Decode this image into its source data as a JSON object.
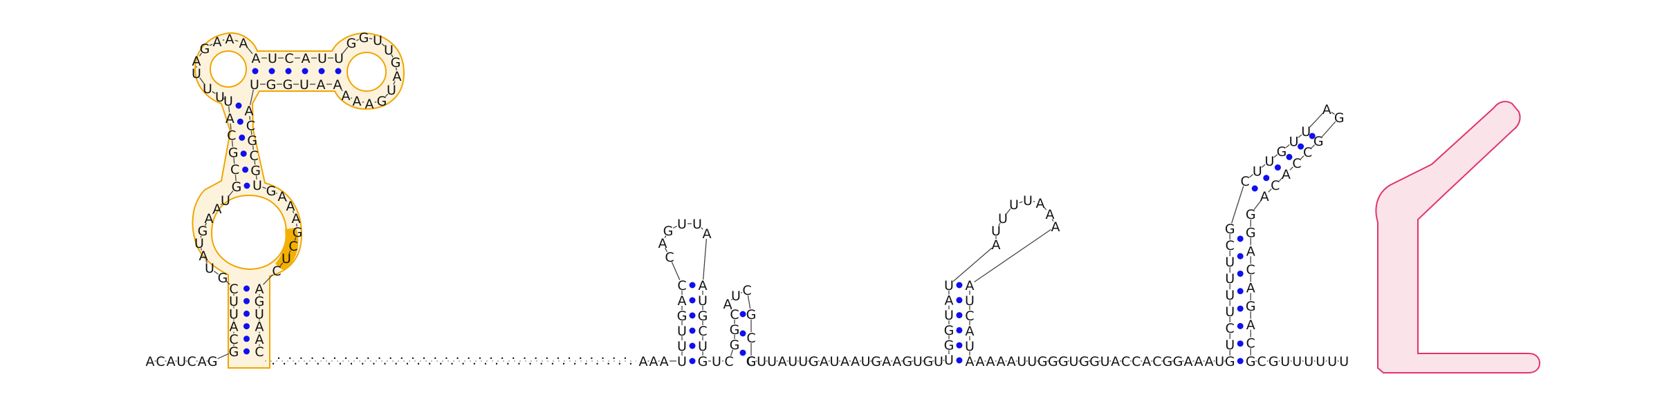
{
  "colors": {
    "orange_outline": "#f0a500",
    "orange_fill": "#fdf3dd",
    "orange_highlight": "#f4b000",
    "pink_outline": "#e0336e",
    "pink_fill": "#fbe3ea",
    "pair_dot": "#1010ee"
  },
  "strands": {
    "leader": "ACAUCAG",
    "gap_dots": ".................................................................",
    "mid_before_hp1": "AAA",
    "mid_between_hp1_hp2": "UC",
    "linker_to_hp3": "GUUAUUGAUAAUGAAGUGU",
    "linker_to_hp4": "AAAAUUGGGUGGUACCACGGAAAU",
    "tail": "CGUUUUUU"
  },
  "orange_structure": {
    "stem_left": "CUUACG",
    "stem_right": "AGUAAC",
    "loop_left": "UAAGUAUG",
    "loop_right": "GAAAGCUC",
    "upper_stem_left": "UACGCG",
    "upper_stem_right": "ACGCGU",
    "branch_left_loop": "UUUAGAAA",
    "branch_top_strand": "AUCAUU",
    "branch_bottom_strand": "UGGUAA",
    "branch_right_loop": "GGUUGAUGAAA"
  },
  "hairpin_1": {
    "stem_left": "CAGUUU",
    "stem_right": "GUCGUA",
    "loop": "CAGUUA"
  },
  "hairpin_2": {
    "stem_left": "CGG",
    "stem_right": "CCG",
    "loop": "AUC"
  },
  "hairpin_3": {
    "stem_left": "UAUGGU",
    "stem_right": "AUACUA",
    "loop": "AUUUUAAA"
  },
  "pink_structure": {
    "vertical_left": "GCUUUUCUG",
    "vertical_right": "GCAGACAGG",
    "diag_left": "CUUGUU",
    "diag_right": "ACACCG",
    "loop": "AG"
  }
}
